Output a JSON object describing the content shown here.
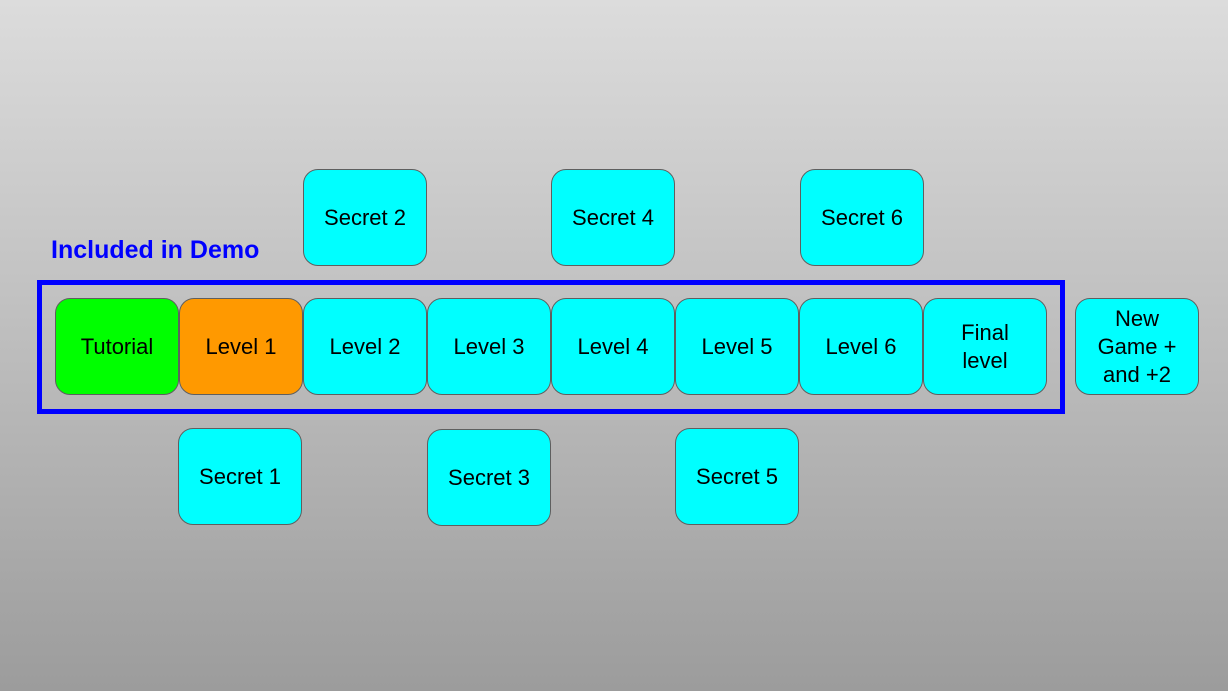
{
  "demo": {
    "label": "Included in Demo",
    "frame_color": "#0000ff"
  },
  "colors": {
    "tutorial": "#00ff00",
    "level1": "#ff9900",
    "default": "#00ffff"
  },
  "nodes": {
    "secret_2": "Secret 2",
    "secret_4": "Secret 4",
    "secret_6": "Secret 6",
    "tutorial": "Tutorial",
    "level_1": "Level 1",
    "level_2": "Level 2",
    "level_3": "Level 3",
    "level_4": "Level 4",
    "level_5": "Level 5",
    "level_6": "Level 6",
    "final_level": "Final\nlevel",
    "new_game_plus": "New\nGame +\nand +2",
    "secret_1": "Secret 1",
    "secret_3": "Secret 3",
    "secret_5": "Secret 5"
  }
}
